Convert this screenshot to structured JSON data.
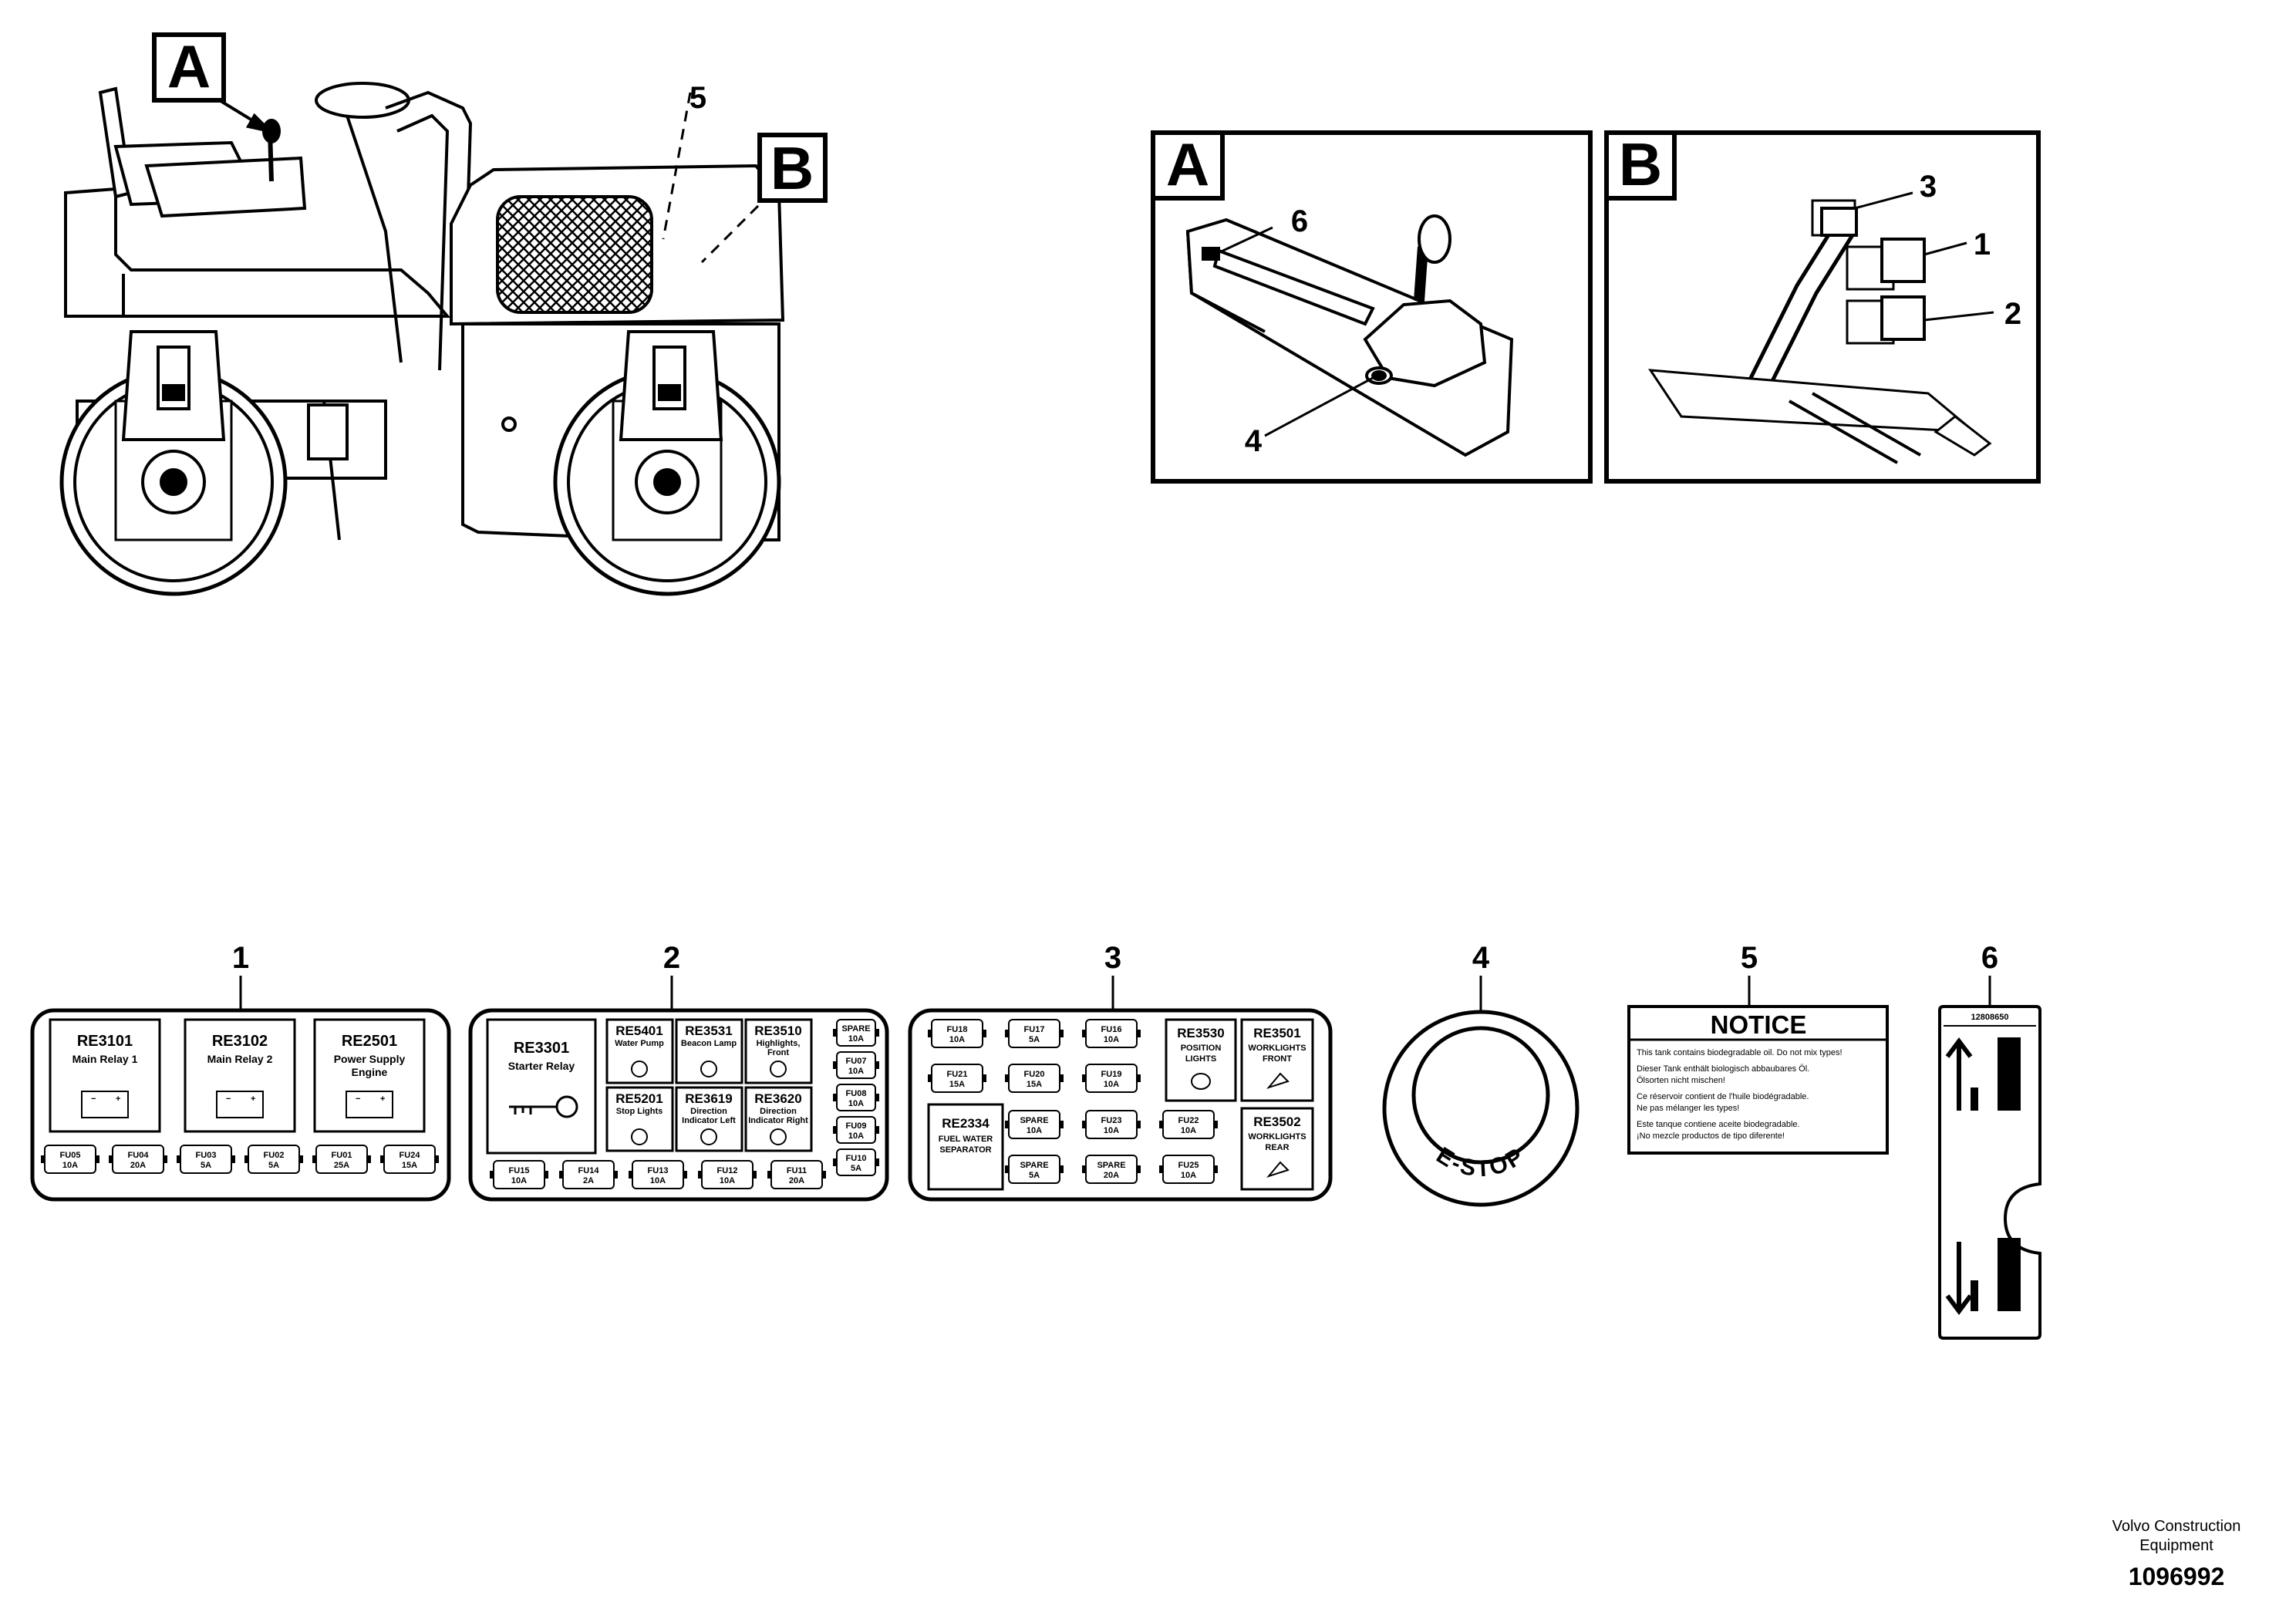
{
  "machine_view": {
    "callout_a": "A",
    "callout_b": "B",
    "item_5": "5"
  },
  "detail_a": {
    "title": "A",
    "items": [
      "6",
      "4"
    ]
  },
  "detail_b": {
    "title": "B",
    "items": [
      "3",
      "1",
      "2"
    ]
  },
  "decals": {
    "decal1": {
      "number": "1",
      "relays": [
        {
          "code": "RE3101",
          "line1": "Main Relay 1",
          "line2": ""
        },
        {
          "code": "RE3102",
          "line1": "Main Relay 2",
          "line2": ""
        },
        {
          "code": "RE2501",
          "line1": "Power Supply",
          "line2": "Engine"
        }
      ],
      "fuses": [
        {
          "code": "FU05",
          "amp": "10A"
        },
        {
          "code": "FU04",
          "amp": "20A"
        },
        {
          "code": "FU03",
          "amp": "5A"
        },
        {
          "code": "FU02",
          "amp": "5A"
        },
        {
          "code": "FU01",
          "amp": "25A"
        },
        {
          "code": "FU24",
          "amp": "15A"
        }
      ],
      "battery_minus": "−",
      "battery_plus": "+"
    },
    "decal2": {
      "number": "2",
      "starter": {
        "code": "RE3301",
        "label": "Starter Relay"
      },
      "relays": [
        {
          "code": "RE5401",
          "line1": "Water Pump",
          "line2": ""
        },
        {
          "code": "RE3531",
          "line1": "Beacon Lamp",
          "line2": ""
        },
        {
          "code": "RE3510",
          "line1": "Highlights,",
          "line2": "Front"
        },
        {
          "code": "RE5201",
          "line1": "Stop Lights",
          "line2": ""
        },
        {
          "code": "RE3619",
          "line1": "Direction",
          "line2": "Indicator Left"
        },
        {
          "code": "RE3620",
          "line1": "Direction",
          "line2": "Indicator Right"
        }
      ],
      "side_fuses": [
        {
          "code": "SPARE",
          "amp": "10A"
        },
        {
          "code": "FU07",
          "amp": "10A"
        },
        {
          "code": "FU08",
          "amp": "10A"
        },
        {
          "code": "FU09",
          "amp": "10A"
        },
        {
          "code": "FU10",
          "amp": "5A"
        }
      ],
      "fuses": [
        {
          "code": "FU15",
          "amp": "10A"
        },
        {
          "code": "FU14",
          "amp": "2A"
        },
        {
          "code": "FU13",
          "amp": "10A"
        },
        {
          "code": "FU12",
          "amp": "10A"
        },
        {
          "code": "FU11",
          "amp": "20A"
        }
      ]
    },
    "decal3": {
      "number": "3",
      "fuses_row1": [
        {
          "code": "FU18",
          "amp": "10A"
        },
        {
          "code": "FU17",
          "amp": "5A"
        },
        {
          "code": "FU16",
          "amp": "10A"
        }
      ],
      "fuses_row2": [
        {
          "code": "FU21",
          "amp": "15A"
        },
        {
          "code": "FU20",
          "amp": "15A"
        },
        {
          "code": "FU19",
          "amp": "10A"
        }
      ],
      "fuses_row3": [
        {
          "code": "SPARE",
          "amp": "10A"
        },
        {
          "code": "FU23",
          "amp": "10A"
        },
        {
          "code": "FU22",
          "amp": "10A"
        }
      ],
      "fuses_row4": [
        {
          "code": "SPARE",
          "amp": "5A"
        },
        {
          "code": "SPARE",
          "amp": "20A"
        },
        {
          "code": "FU25",
          "amp": "10A"
        }
      ],
      "relay_fuel": {
        "code": "RE2334",
        "line1": "FUEL WATER",
        "line2": "SEPARATOR"
      },
      "relay_pos": {
        "code": "RE3530",
        "line1": "POSITION",
        "line2": "LIGHTS"
      },
      "relay_front": {
        "code": "RE3501",
        "line1": "WORKLIGHTS",
        "line2": "FRONT"
      },
      "relay_rear": {
        "code": "RE3502",
        "line1": "WORKLIGHTS",
        "line2": "REAR"
      }
    },
    "decal4": {
      "number": "4",
      "text": "E-STOP"
    },
    "decal5": {
      "number": "5",
      "title": "NOTICE",
      "lines": [
        "This tank contains biodegradable oil. Do not mix types!",
        "Dieser Tank enthält biologisch abbaubares Öl.",
        "Ölsorten nicht mischen!",
        "Ce réservoir contient de l'huile biodégradable.",
        "Ne pas mélanger les types!",
        "Este tanque contiene aceite biodegradable.",
        "¡No mezcle productos de tipo diferente!"
      ]
    },
    "decal6": {
      "number": "6",
      "part_no": "12808650"
    }
  },
  "footer": {
    "company_line1": "Volvo Construction",
    "company_line2": "Equipment",
    "drawing_no": "1096992"
  }
}
